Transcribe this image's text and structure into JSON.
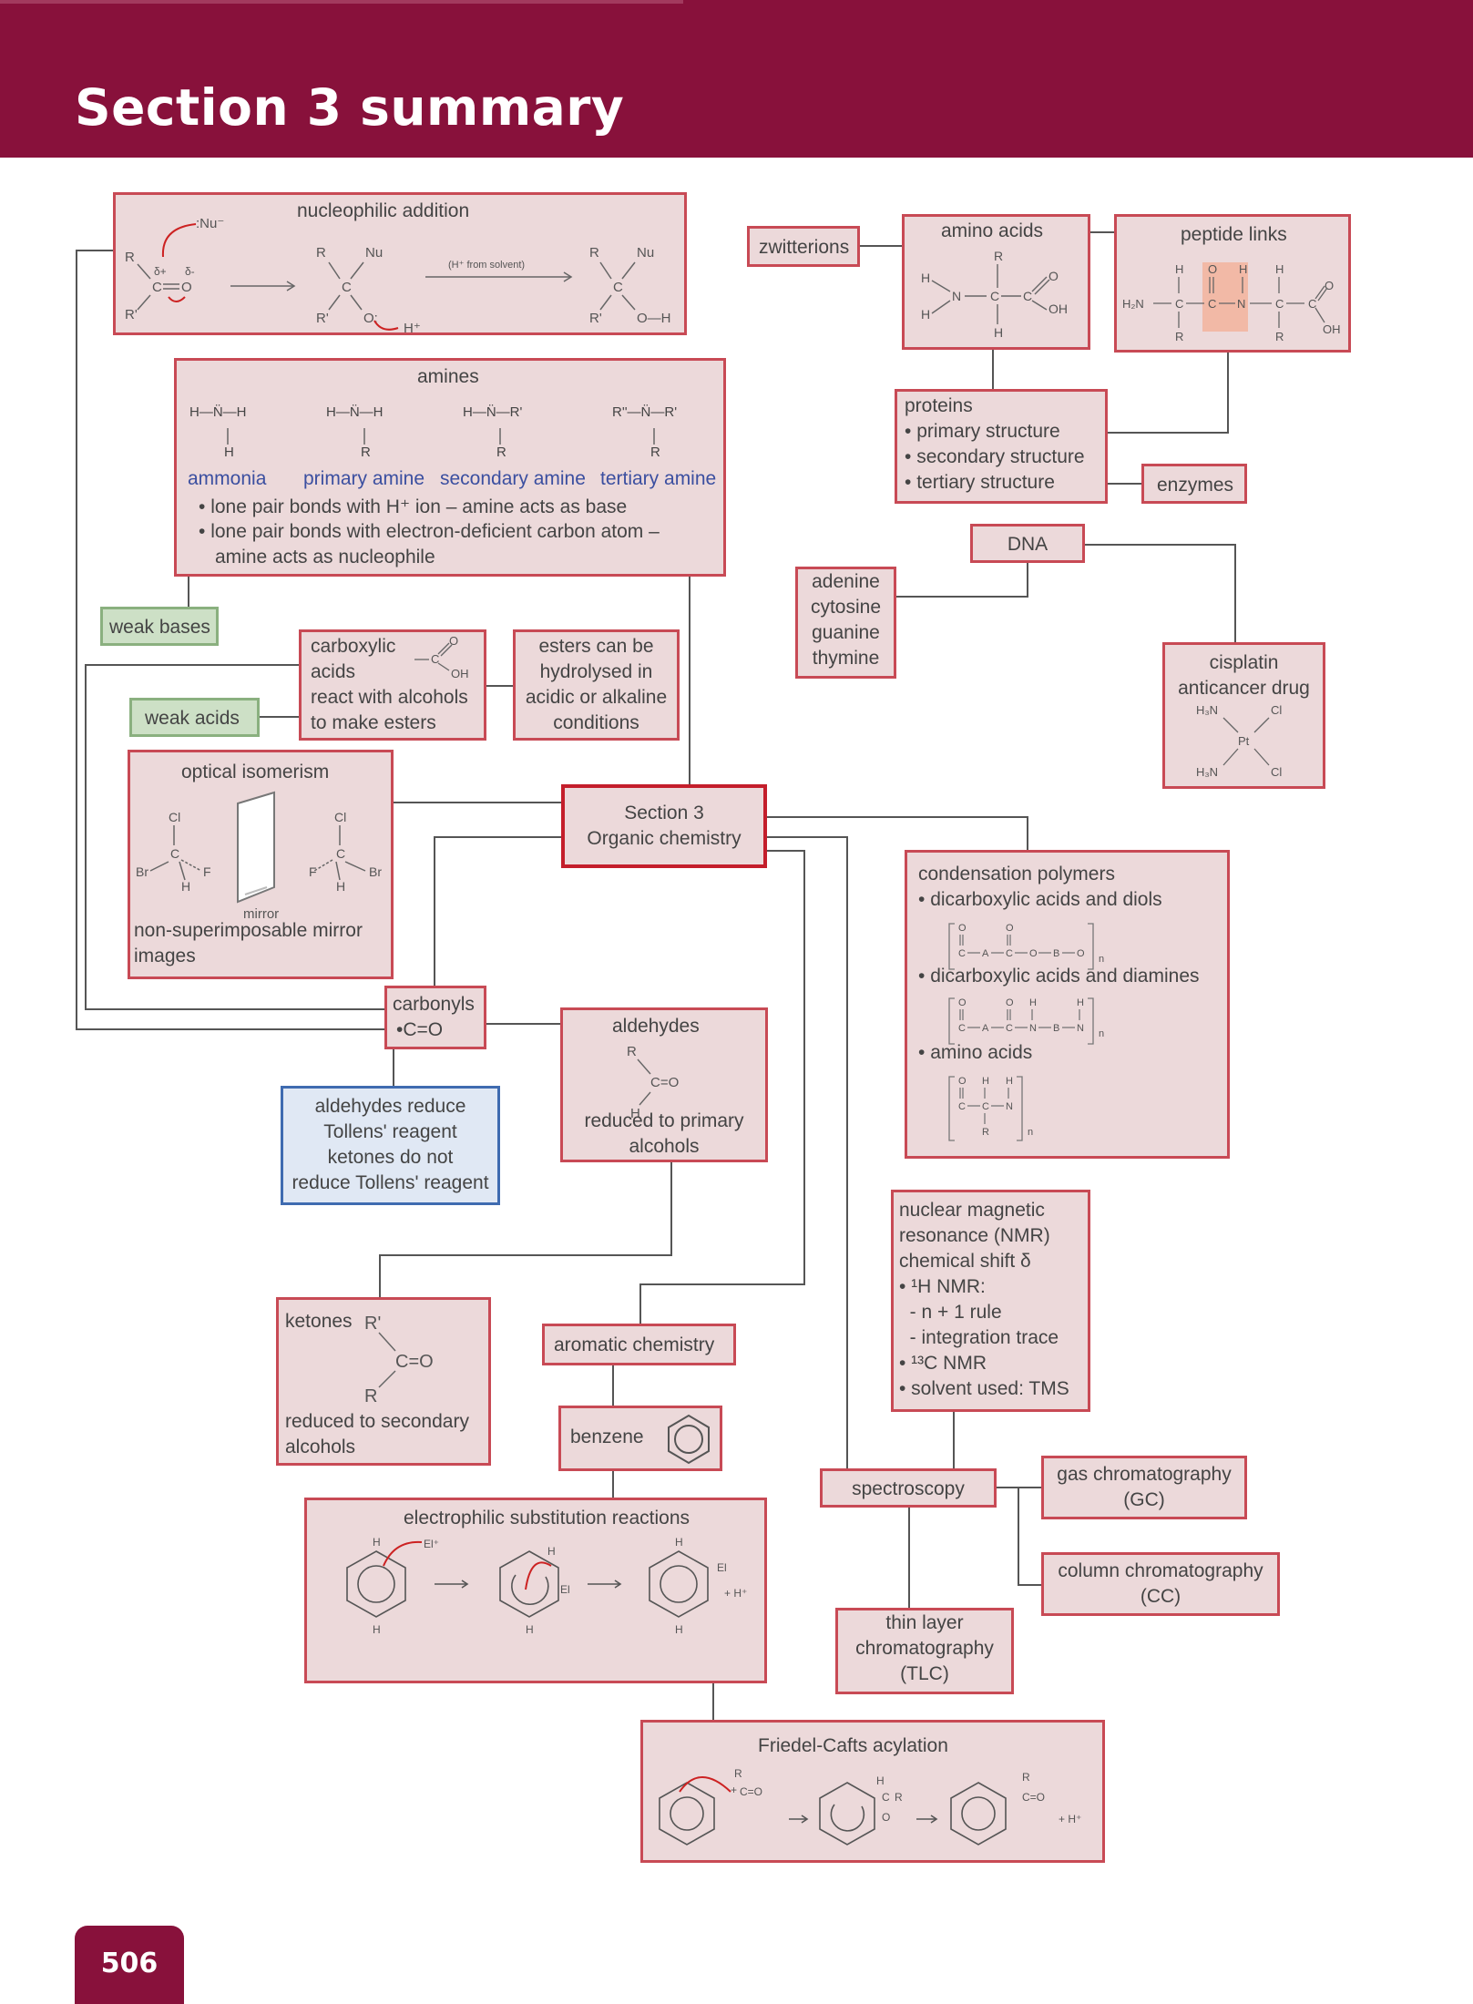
{
  "page": {
    "title": "Section 3 summary",
    "page_number": "506"
  },
  "center": {
    "line1": "Section 3",
    "line2": "Organic chemistry"
  },
  "nucleophilic_addition": {
    "title": "nucleophilic addition",
    "nu": ":Nu⁻",
    "note": "(H⁺ from solvent)",
    "hplus": "H⁺",
    "labels": {
      "r": "R",
      "rp": "R'",
      "c": "C",
      "o": "O",
      "nu": "Nu",
      "oh": "O—H",
      "dplus": "δ+",
      "dminus": "δ-",
      "ominus": "O:"
    }
  },
  "amines": {
    "title": "amines",
    "types": [
      "ammonia",
      "primary amine",
      "secondary amine",
      "tertiary amine"
    ],
    "bullets": [
      "lone pair bonds with H⁺ ion – amine acts as base",
      "lone pair bonds with electron-deficient carbon atom –",
      "amine acts as nucleophile"
    ],
    "structures": [
      {
        "top": "H—N̈—H",
        "bottom": "H"
      },
      {
        "top": "H—N̈—H",
        "bottom": "R"
      },
      {
        "top": "H—N̈—R'",
        "bottom": "R"
      },
      {
        "top": "R''—N̈—R'",
        "bottom": "R"
      }
    ]
  },
  "weak_bases": "weak bases",
  "weak_acids": "weak acids",
  "carboxylic": {
    "lines": [
      "carboxylic",
      "acids",
      "react with alcohols",
      "to make esters"
    ],
    "o": "O",
    "oh": "OH",
    "c": "C"
  },
  "esters": {
    "lines": [
      "esters can be",
      "hydrolysed in",
      "acidic or alkaline",
      "conditions"
    ]
  },
  "optical": {
    "title": "optical isomerism",
    "mirror": "mirror",
    "desc": [
      "non-superimposable mirror",
      "images"
    ],
    "atoms": {
      "cl": "Cl",
      "br": "Br",
      "f": "F",
      "h": "H",
      "c": "C"
    }
  },
  "carbonyls": {
    "title": "carbonyls",
    "group": "•C=O"
  },
  "tollens": {
    "lines": [
      "aldehydes reduce",
      "Tollens' reagent",
      "ketones do not",
      "reduce Tollens' reagent"
    ]
  },
  "aldehydes": {
    "title": "aldehydes",
    "desc": [
      "reduced to primary",
      "alcohols"
    ],
    "r": "R",
    "co": "C=O",
    "h": "H"
  },
  "ketones": {
    "title": "ketones",
    "desc": [
      "reduced to secondary",
      "alcohols"
    ],
    "r": "R",
    "rp": "R'",
    "co": "C=O"
  },
  "aromatic": "aromatic chemistry",
  "benzene": "benzene",
  "electrophilic": {
    "title": "electrophilic substitution reactions",
    "el": "El⁺",
    "el2": "El",
    "hplus": "+ H⁺",
    "h": "H"
  },
  "friedel": {
    "title": "Friedel-Cafts acylation",
    "r": "R",
    "co": "C=O",
    "c": "C",
    "o": "O",
    "hplus": "+ H⁺",
    "h": "H",
    "plus": "+"
  },
  "zwitterions": "zwitterions",
  "amino_acids": {
    "title": "amino acids",
    "r": "R",
    "h": "H",
    "n": "N",
    "c": "C",
    "o": "O",
    "oh": "OH"
  },
  "peptide": {
    "title": "peptide links",
    "h2n": "H₂N",
    "r": "R",
    "h": "H",
    "n": "N",
    "c": "C",
    "o": "O",
    "oh": "OH"
  },
  "proteins": {
    "title": "proteins",
    "items": [
      "primary structure",
      "secondary structure",
      "tertiary structure"
    ]
  },
  "enzymes": "enzymes",
  "dna": "DNA",
  "bases": [
    "adenine",
    "cytosine",
    "guanine",
    "thymine"
  ],
  "cisplatin": {
    "lines": [
      "cisplatin",
      "anticancer drug"
    ],
    "h3n": "H₃N",
    "cl": "Cl",
    "pt": "Pt"
  },
  "condensation": {
    "title": "condensation polymers",
    "items": [
      "dicarboxylic acids and diols",
      "dicarboxylic acids and diamines",
      "amino acids"
    ],
    "atoms": {
      "c": "C",
      "a": "A",
      "b": "B",
      "o": "O",
      "n": "N",
      "h": "H",
      "r": "R",
      "nsub": "n"
    }
  },
  "nmr": {
    "lines": [
      "nuclear magnetic",
      "resonance (NMR)",
      "chemical shift δ",
      "• ¹H NMR:",
      "  - n + 1 rule",
      "  - integration trace",
      "• ¹³C NMR",
      "• solvent used: TMS"
    ]
  },
  "spectroscopy": "spectroscopy",
  "gc": [
    "gas chromatography",
    "(GC)"
  ],
  "cc": [
    "column chromatography",
    "(CC)"
  ],
  "tlc": [
    "thin layer",
    "chromatography",
    "(TLC)"
  ],
  "colors": {
    "header": "#88113b",
    "box_fill": "#ecd9da",
    "box_border": "#c84a55",
    "green_fill": "#cde0c6",
    "blue_border": "#3f6bb0"
  }
}
